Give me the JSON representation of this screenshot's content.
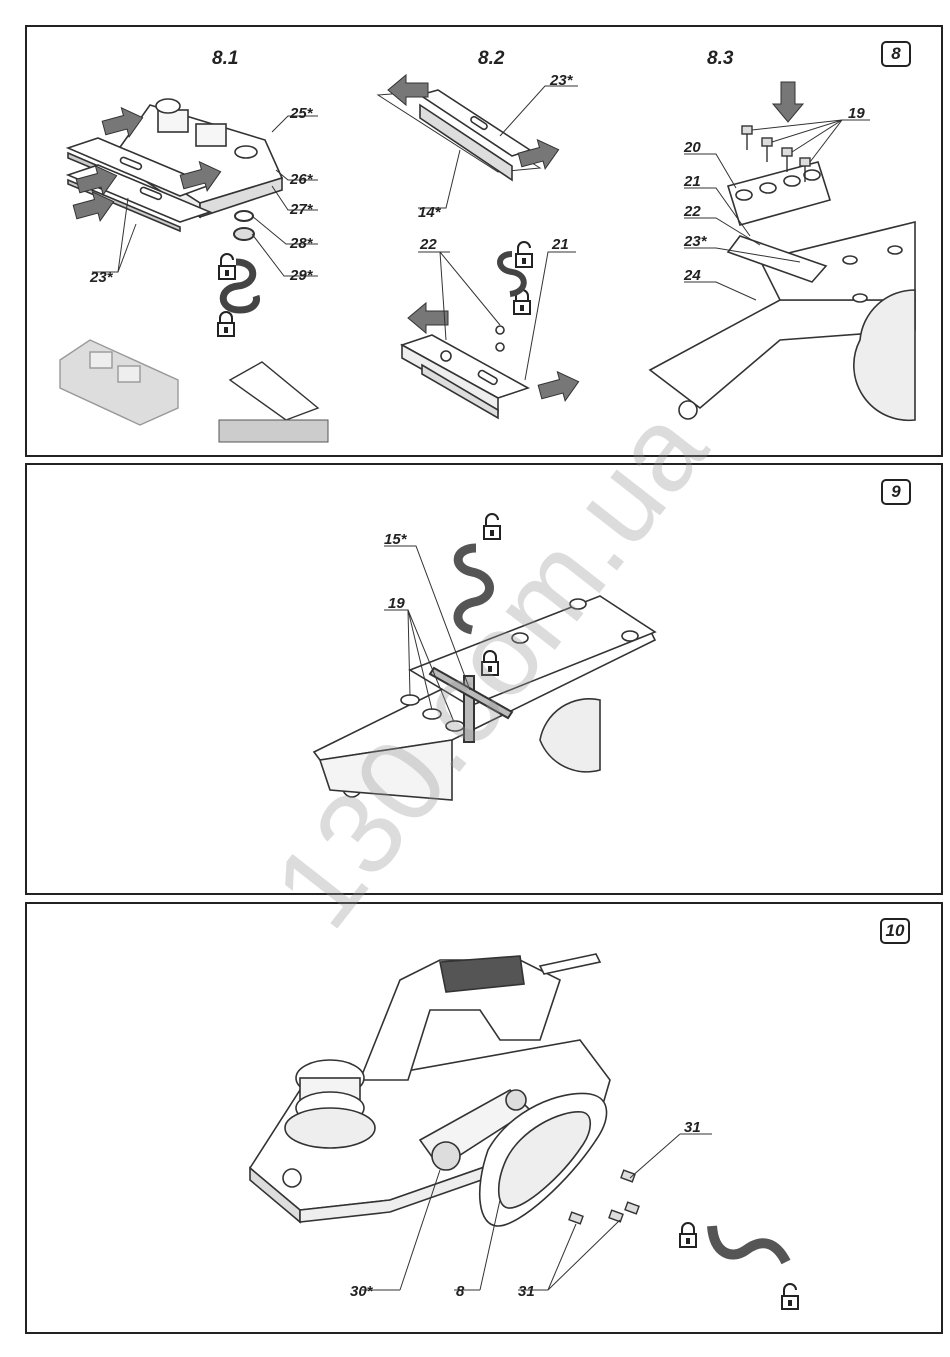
{
  "panels": [
    {
      "badge": "8",
      "subfigures": [
        "8.1",
        "8.2",
        "8.3"
      ],
      "labels": {
        "l25": "25*",
        "l26": "26*",
        "l27": "27*",
        "l28": "28*",
        "l29": "29*",
        "l23a": "23*",
        "l23b": "23*",
        "l14": "14*",
        "l22a": "22",
        "l21a": "21",
        "l19a": "19",
        "l20": "20",
        "l21b": "21",
        "l22b": "22",
        "l23c": "23*",
        "l24": "24"
      }
    },
    {
      "badge": "9",
      "labels": {
        "l15": "15*",
        "l19": "19"
      }
    },
    {
      "badge": "10",
      "labels": {
        "l31a": "31",
        "l30": "30*",
        "l8": "8",
        "l31b": "31"
      }
    }
  ],
  "watermark": "130.com.ua",
  "icons": [
    "lock-icon",
    "unlock-icon",
    "arrow-icon",
    "rotation-arrow-icon"
  ]
}
